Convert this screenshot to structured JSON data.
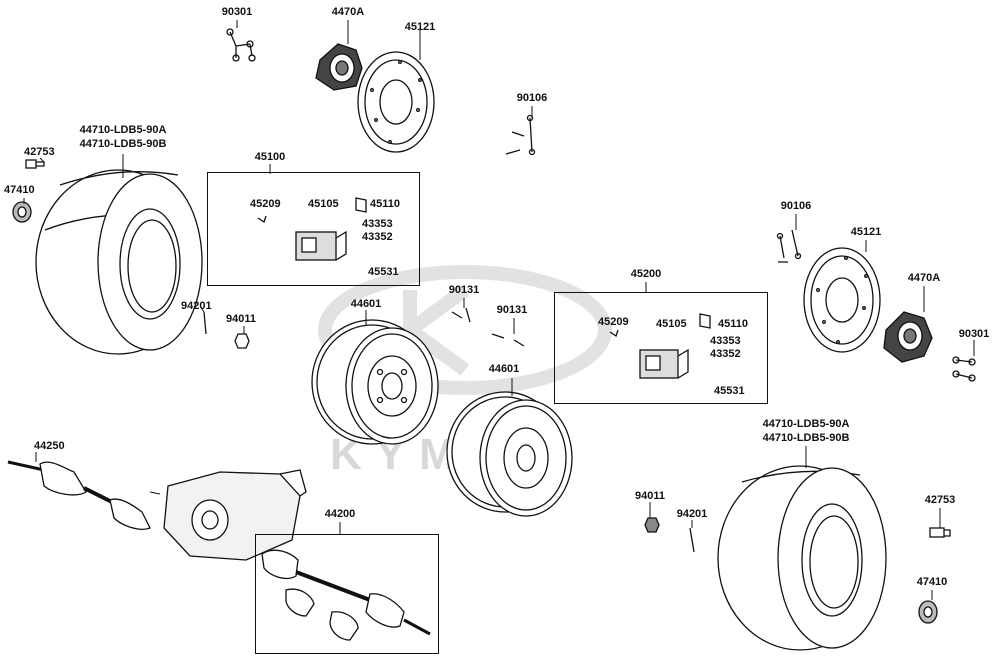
{
  "watermark": "KYMCO",
  "labels": {
    "p90301_top": "90301",
    "p4470A_top": "4470A",
    "p45121_top": "45121",
    "p90106_top": "90106",
    "p44710_left_a": "44710-LDB5-90A",
    "p44710_left_b": "44710-LDB5-90B",
    "p42753_left": "42753",
    "p47410_left": "47410",
    "p45100": "45100",
    "p45209_left": "45209",
    "p45105_left": "45105",
    "p45110_left": "45110",
    "p43353_left": "43353",
    "p43352_left": "43352",
    "p45531_left": "45531",
    "p94201_left": "94201",
    "p94011_left": "94011",
    "p44601_left": "44601",
    "p90131_a": "90131",
    "p90131_b": "90131",
    "p44601_right": "44601",
    "p45200": "45200",
    "p45209_right": "45209",
    "p45105_right": "45105",
    "p45110_right": "45110",
    "p43353_right": "43353",
    "p43352_right": "43352",
    "p45531_right": "45531",
    "p90106_right": "90106",
    "p45121_right": "45121",
    "p4470A_right": "4470A",
    "p90301_right": "90301",
    "p44710_right_a": "44710-LDB5-90A",
    "p44710_right_b": "44710-LDB5-90B",
    "p42753_right": "42753",
    "p47410_right": "47410",
    "p44250": "44250",
    "p44200": "44200",
    "p94011_right": "94011",
    "p94201_right": "94201"
  }
}
